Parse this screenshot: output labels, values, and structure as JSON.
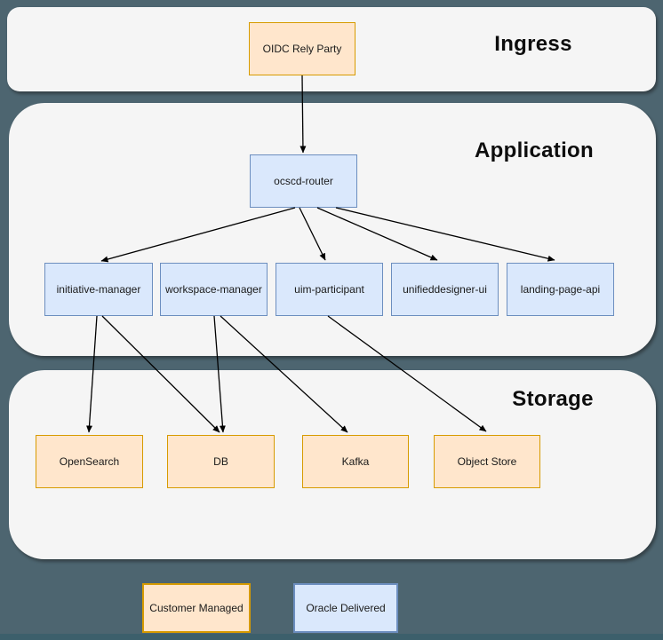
{
  "diagram": {
    "sections": {
      "ingress": {
        "title": "Ingress"
      },
      "application": {
        "title": "Application"
      },
      "storage": {
        "title": "Storage"
      }
    },
    "nodes": {
      "oidc": {
        "label": "OIDC Rely Party",
        "type": "customer-managed",
        "section": "ingress"
      },
      "router": {
        "label": "ocscd-router",
        "type": "oracle-delivered",
        "section": "application"
      },
      "initiative": {
        "label": "initiative-manager",
        "type": "oracle-delivered",
        "section": "application"
      },
      "workspace": {
        "label": "workspace-manager",
        "type": "oracle-delivered",
        "section": "application"
      },
      "uim": {
        "label": "uim-participant",
        "type": "oracle-delivered",
        "section": "application"
      },
      "unified": {
        "label": "unifieddesigner-ui",
        "type": "oracle-delivered",
        "section": "application"
      },
      "landing": {
        "label": "landing-page-api",
        "type": "oracle-delivered",
        "section": "application"
      },
      "opensearch": {
        "label": "OpenSearch",
        "type": "customer-managed",
        "section": "storage"
      },
      "db": {
        "label": "DB",
        "type": "customer-managed",
        "section": "storage"
      },
      "kafka": {
        "label": "Kafka",
        "type": "customer-managed",
        "section": "storage"
      },
      "objectstore": {
        "label": "Object Store",
        "type": "customer-managed",
        "section": "storage"
      }
    },
    "edges": [
      {
        "from": "oidc",
        "to": "router"
      },
      {
        "from": "router",
        "to": "initiative"
      },
      {
        "from": "router",
        "to": "uim"
      },
      {
        "from": "router",
        "to": "unified"
      },
      {
        "from": "router",
        "to": "landing"
      },
      {
        "from": "initiative",
        "to": "opensearch"
      },
      {
        "from": "initiative",
        "to": "db"
      },
      {
        "from": "workspace",
        "to": "db"
      },
      {
        "from": "workspace",
        "to": "kafka"
      },
      {
        "from": "uim",
        "to": "objectstore"
      }
    ],
    "legend": {
      "customer": "Customer Managed",
      "oracle": "Oracle Delivered"
    },
    "colors": {
      "customer_fill": "#ffe6cc",
      "customer_border": "#d79b00",
      "oracle_fill": "#dae8fc",
      "oracle_border": "#6c8ebf",
      "panel_fill": "#f5f5f5",
      "background": "#4d6570",
      "edge": "#000000"
    }
  }
}
